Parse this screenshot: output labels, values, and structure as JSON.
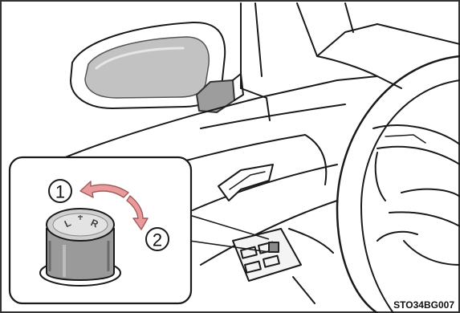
{
  "figure": {
    "callouts": [
      {
        "number": "1"
      },
      {
        "number": "2"
      }
    ],
    "knob_letters": {
      "left": "L",
      "right": "R"
    },
    "code": "STO34BG007",
    "colors": {
      "line": "#1a1a1a",
      "mirror_glass": "#c2c2c2",
      "knob_body": "#9a9a9a",
      "arrow_fill": "#e99a9a",
      "arrow_stroke": "#a05a5a",
      "background": "#ffffff"
    }
  }
}
